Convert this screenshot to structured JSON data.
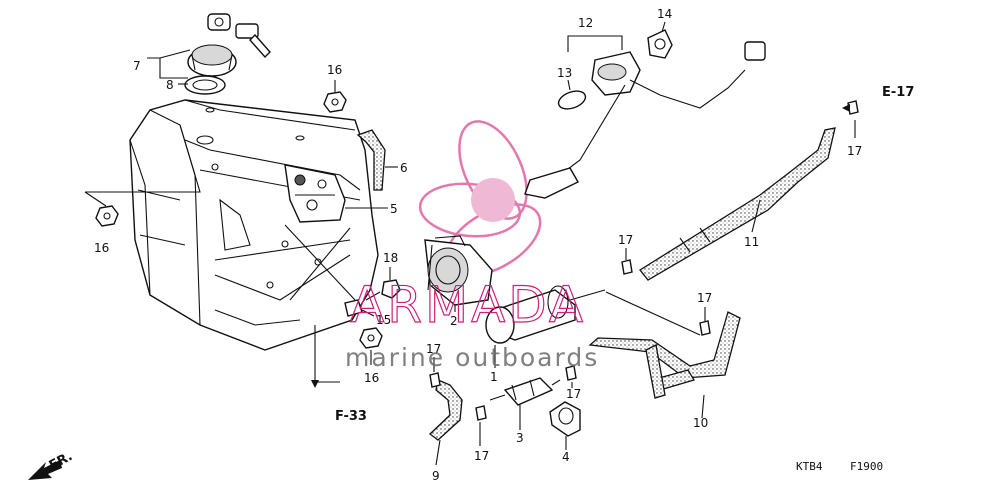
{
  "callouts": {
    "c1": "1",
    "c2": "2",
    "c3": "3",
    "c4": "4",
    "c5": "5",
    "c6": "6",
    "c7": "7",
    "c8": "8",
    "c9": "9",
    "c10": "10",
    "c11": "11",
    "c12": "12",
    "c13": "13",
    "c14": "14",
    "c15": "15",
    "c16a": "16",
    "c16b": "16",
    "c16c": "16",
    "c17a": "17",
    "c17b": "17",
    "c17c": "17",
    "c17d": "17",
    "c17e": "17",
    "c17f": "17",
    "c18": "18"
  },
  "references": {
    "e17": "E-17",
    "f33": "F-33",
    "front": "FR."
  },
  "footer": {
    "model_code": "KTB4",
    "figure_code": "F1900"
  },
  "watermark": {
    "brand": "ARMADA",
    "tagline": "marine outboards",
    "accent_color": "#cf1f7a"
  }
}
